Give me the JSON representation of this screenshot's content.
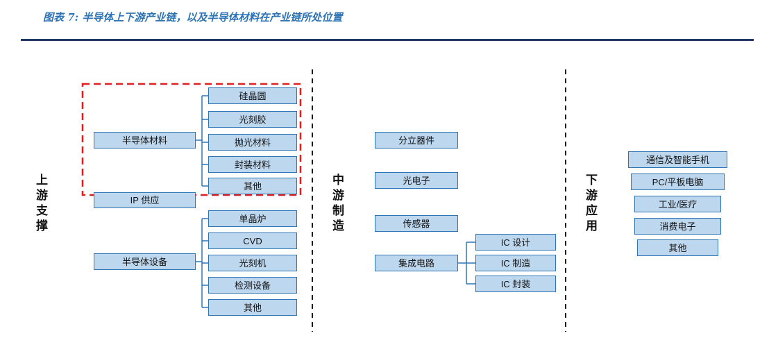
{
  "header": {
    "title": "图表 7:  半导体上下游产业链，以及半导体材料在产业链所处位置"
  },
  "sections": {
    "upstream": {
      "label": "上游支撑",
      "materials": {
        "label": "半导体材料",
        "children": [
          "硅晶圆",
          "光刻胶",
          "抛光材料",
          "封装材料",
          "其他"
        ]
      },
      "ip": {
        "label": "IP 供应"
      },
      "equipment": {
        "label": "半导体设备",
        "children": [
          "单晶炉",
          "CVD",
          "光刻机",
          "检测设备",
          "其他"
        ]
      }
    },
    "midstream": {
      "label": "中游制造",
      "items": [
        "分立器件",
        "光电子",
        "传感器"
      ],
      "ic": {
        "label": "集成电路",
        "children": [
          "IC 设计",
          "IC 制造",
          "IC 封装"
        ]
      }
    },
    "downstream": {
      "label": "下游应用",
      "items": [
        "通信及智能手机",
        "PC/平板电脑",
        "工业/医疗",
        "消费电子",
        "其他"
      ]
    }
  },
  "colors": {
    "box_fill": "#BDD7EE",
    "box_border": "#2E75B6",
    "connector": "#2E75B6",
    "title_blue": "#2E74B5",
    "rule_navy": "#1F3864",
    "highlight_red": "#E02020",
    "divider_black": "#1a1a1a"
  }
}
